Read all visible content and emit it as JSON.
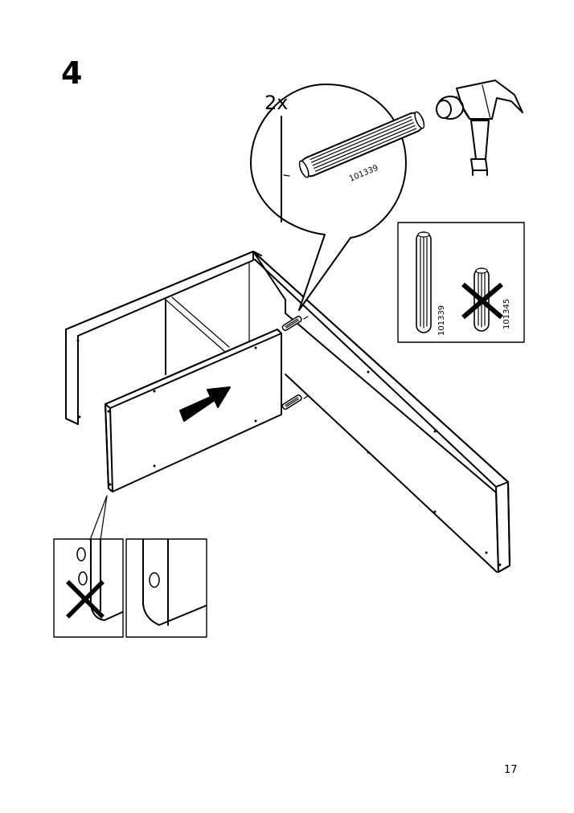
{
  "step": {
    "number": "4"
  },
  "callout": {
    "quantity": "2x",
    "dowel_code": "101339"
  },
  "dowel_comparison": {
    "correct_code": "101339",
    "wrong_code": "101345"
  },
  "page": {
    "number": "17"
  }
}
